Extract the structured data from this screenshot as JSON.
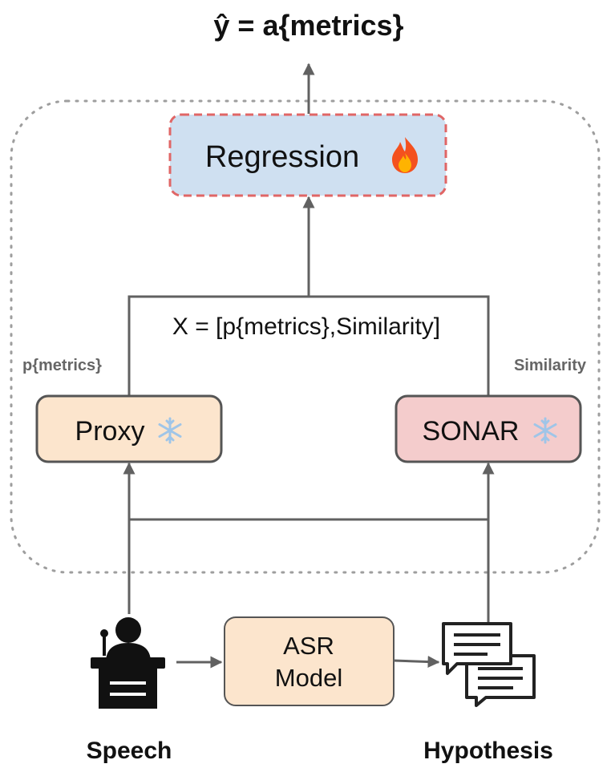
{
  "output_formula": "ŷ = a{metrics}",
  "regression": {
    "label": "Regression",
    "icon": "fire-icon",
    "fill": "#cfe0f1",
    "border": "#e06666"
  },
  "feature_vector_label": "X = [p{metrics},Similarity]",
  "proxy": {
    "label": "Proxy",
    "icon": "snowflake-icon",
    "fill": "#fce5cd",
    "output_label": "p{metrics}"
  },
  "sonar": {
    "label": "SONAR",
    "icon": "snowflake-icon",
    "fill": "#f4cccc",
    "output_label": "Similarity"
  },
  "asr": {
    "line1": "ASR",
    "line2": "Model",
    "fill": "#fce5cd"
  },
  "speech": {
    "label": "Speech",
    "icon": "speaker-podium-icon"
  },
  "hypothesis": {
    "label": "Hypothesis",
    "icon": "chat-bubbles-icon"
  },
  "colors": {
    "edge": "#616161",
    "dotted_border": "#9e9e9e",
    "box_border": "#555555",
    "snowflake": "#9fc5e8"
  }
}
